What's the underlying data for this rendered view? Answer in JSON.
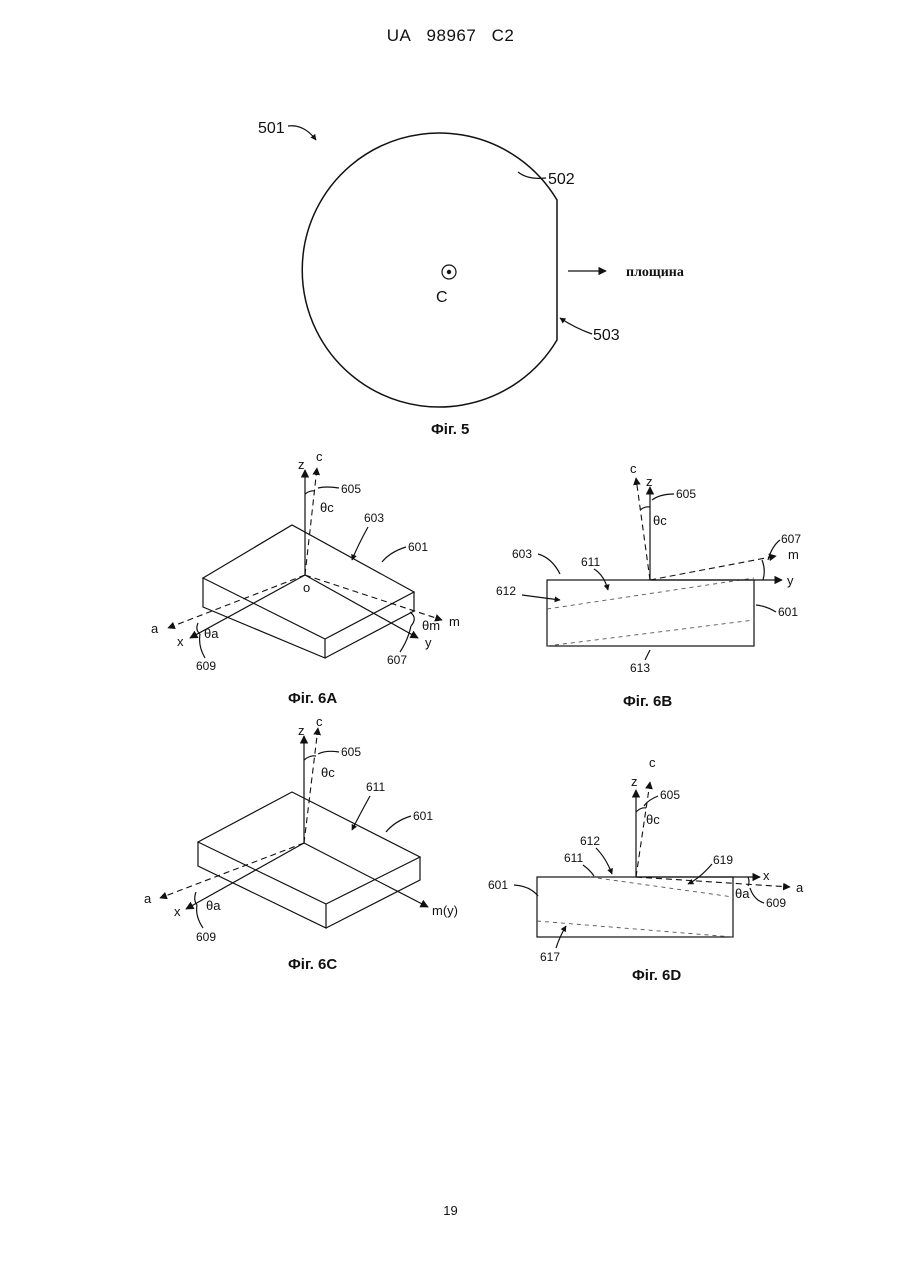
{
  "header": {
    "office": "UA",
    "number": "98967",
    "kind": "C2"
  },
  "page_number": "19",
  "fig5": {
    "caption": "Фіг. 5",
    "ref_wafer_assembly": "501",
    "ref_wafer": "502",
    "ref_flat": "503",
    "center_label": "C",
    "flat_arrow_label": "площина"
  },
  "fig6a": {
    "caption": "Фіг. 6A",
    "axis_z": "z",
    "axis_c": "c",
    "axis_a": "a",
    "axis_x": "x",
    "axis_m": "m",
    "axis_y": "y",
    "origin": "o",
    "angle_c": "θc",
    "angle_a": "θa",
    "angle_m": "θm",
    "ref_605": "605",
    "ref_603": "603",
    "ref_601": "601",
    "ref_609": "609",
    "ref_607": "607"
  },
  "fig6b": {
    "caption": "Фіг. 6B",
    "axis_c": "c",
    "axis_z": "z",
    "axis_m": "m",
    "axis_y": "y",
    "angle_c": "θc",
    "ref_605": "605",
    "ref_607": "607",
    "ref_603": "603",
    "ref_611": "611",
    "ref_612": "612",
    "ref_601": "601",
    "ref_613": "613"
  },
  "fig6c": {
    "caption": "Фіг. 6C",
    "axis_z": "z",
    "axis_c": "c",
    "axis_a": "a",
    "axis_x": "x",
    "axis_my": "m(y)",
    "angle_c": "θc",
    "angle_a": "θa",
    "ref_605": "605",
    "ref_611": "611",
    "ref_601": "601",
    "ref_609": "609"
  },
  "fig6d": {
    "caption": "Фіг. 6D",
    "axis_c": "c",
    "axis_z": "z",
    "axis_x": "x",
    "axis_a": "a",
    "angle_c": "θc",
    "angle_a": "θa",
    "ref_605": "605",
    "ref_612": "612",
    "ref_611": "611",
    "ref_619": "619",
    "ref_601": "601",
    "ref_609": "609",
    "ref_617": "617"
  }
}
